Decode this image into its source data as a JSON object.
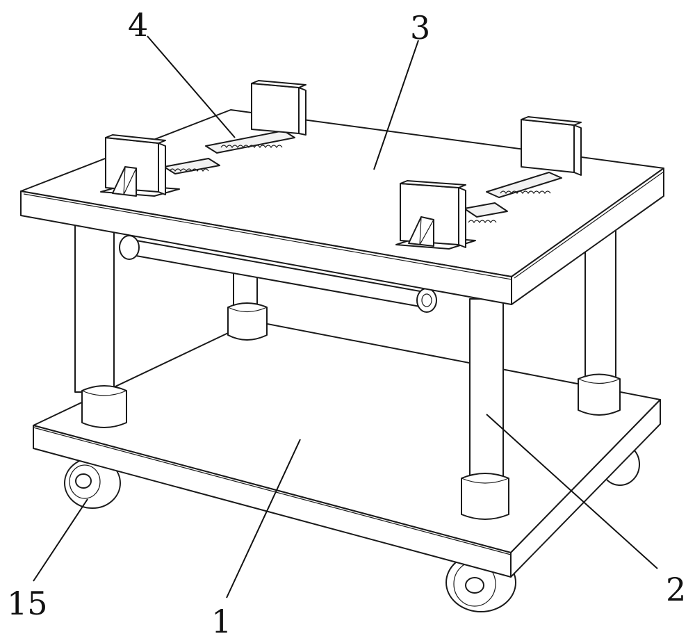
{
  "labels": {
    "l4": "4",
    "l3": "3",
    "l15": "15",
    "l1": "1",
    "l2": "2"
  }
}
